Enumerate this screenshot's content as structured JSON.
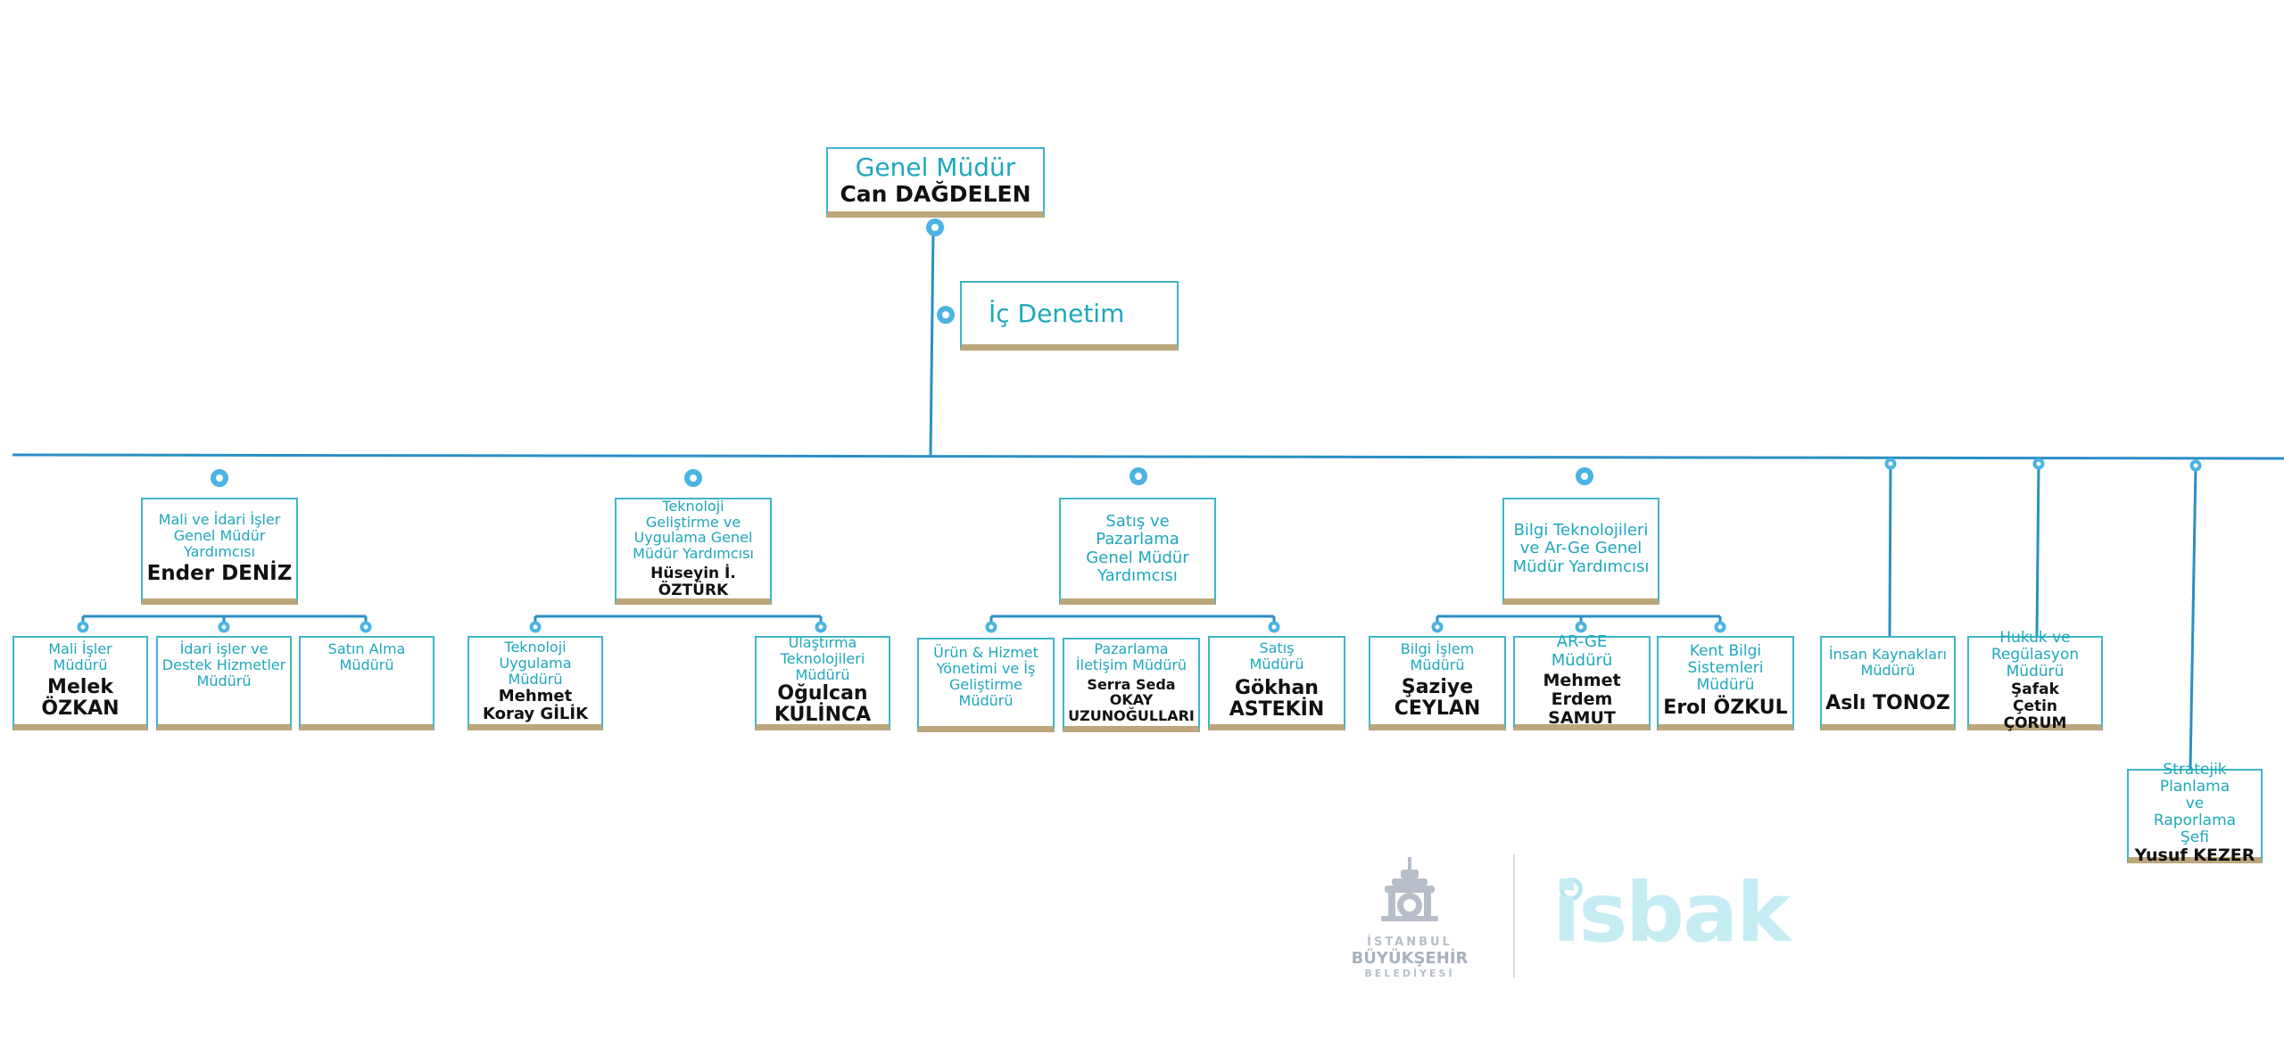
{
  "gm": {
    "title": "Genel Müdür",
    "name": "Can DAĞDELEN"
  },
  "ic": {
    "title": "İç Denetim"
  },
  "gmy1": {
    "title": "Mali ve İdari İşler Genel Müdür Yardımcısı",
    "name": "Ender DENİZ"
  },
  "gmy2": {
    "title": "Teknoloji Geliştirme ve Uygulama Genel Müdür Yardımcısı",
    "name": "Hüseyin İ. ÖZTÜRK"
  },
  "gmy3": {
    "title": "Satış ve Pazarlama Genel Müdür Yardımcısı",
    "name": ""
  },
  "gmy4": {
    "title": "Bilgi Teknolojileri ve Ar-Ge Genel Müdür Yardımcısı",
    "name": ""
  },
  "u1": {
    "title": "Mali  İşler Müdürü",
    "name": "Melek ÖZKAN"
  },
  "u2": {
    "title": "İdari işler ve Destek Hizmetler Müdürü",
    "name": ""
  },
  "u3": {
    "title": "Satın Alma Müdürü",
    "name": ""
  },
  "u4": {
    "title": "Teknoloji Uygulama Müdürü",
    "name": "Mehmet Koray GİLİK"
  },
  "u5": {
    "title": "Ulaştırma Teknolojileri Müdürü",
    "name": "Oğulcan KULİNCA"
  },
  "u6": {
    "title": "Ürün & Hizmet Yönetimi ve İş Geliştirme Müdürü",
    "name": ""
  },
  "u7": {
    "title": "Pazarlama İletişim Müdürü",
    "name": "Serra Seda OKAY UZUNOĞULLARI"
  },
  "u8": {
    "title": "Satış Müdürü",
    "name": "Gökhan ASTEKİN"
  },
  "u9": {
    "title": "Bilgi İşlem Müdürü",
    "name": "Şaziye CEYLAN"
  },
  "u10": {
    "title": "AR-GE Müdürü",
    "name": "Mehmet Erdem SAMUT"
  },
  "u11": {
    "title": "Kent Bilgi Sistemleri Müdürü",
    "name": "Erol ÖZKUL"
  },
  "u12": {
    "title": "İnsan Kaynakları Müdürü",
    "name": "Aslı TONOZ"
  },
  "u13": {
    "title": "Hukuk ve Regülasyon Müdürü",
    "name": "Şafak Çetin ÇORUM"
  },
  "u14": {
    "title": "Stratejik Planlama ve Raporlama Şefi",
    "name": "Yusuf KEZER"
  },
  "logos": {
    "ibb_line1": "İSTANBUL",
    "ibb_line2": "BÜYÜKŞEHİR",
    "ibb_line3": "BELEDİYESİ",
    "isbak": "isbak"
  },
  "colors": {
    "line": "#2b8fc4",
    "box_border": "#3fb6c8",
    "box_base": "#bda67c",
    "title": "#1ea8bb",
    "name": "#111111"
  }
}
